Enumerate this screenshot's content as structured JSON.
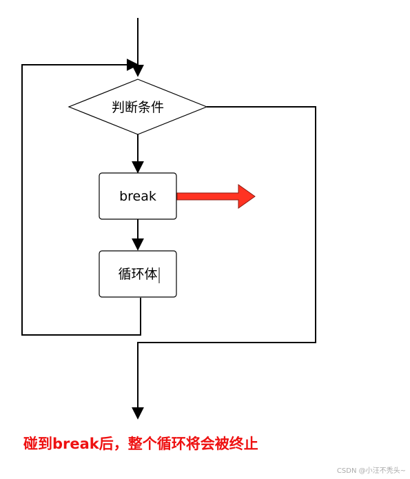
{
  "diagram": {
    "nodes": {
      "condition": "判断条件",
      "break": "break",
      "loop_body": "循环体"
    }
  },
  "caption": "碰到break后，整个循环将会被终止",
  "watermark": "CSDN @小汪不秃头~",
  "colors": {
    "line": "#000000",
    "exit_arrow_fill": "#ff3322",
    "caption": "#ee1111"
  }
}
